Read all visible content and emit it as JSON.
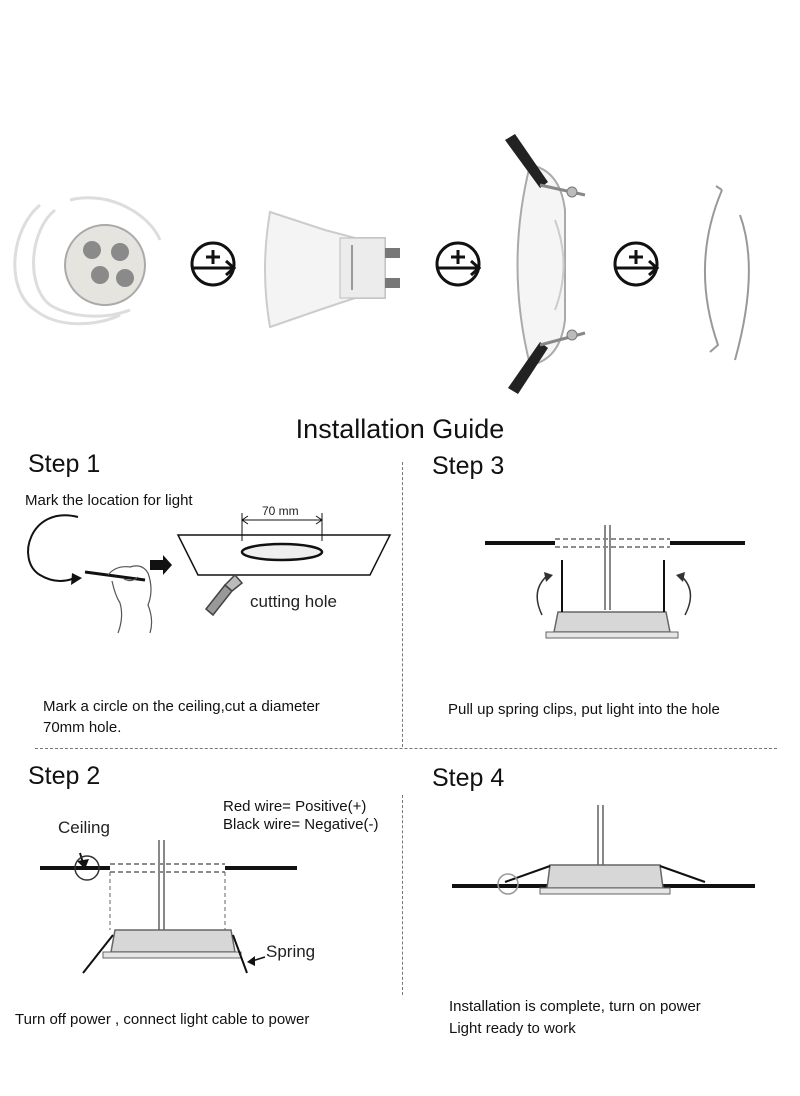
{
  "guide_title": "Installation Guide",
  "steps": {
    "step1": {
      "title": "Step 1",
      "label_mark": "Mark the location for light",
      "label_measure": "70 mm",
      "label_cut": "cutting hole",
      "caption_line1": "Mark a circle on the ceiling,cut a diameter",
      "caption_line2": "70mm hole."
    },
    "step2": {
      "title": "Step 2",
      "label_red": "Red wire= Positive(+)",
      "label_black": "Black wire= Negative(-)",
      "label_ceiling": "Ceiling",
      "label_spring": "Spring",
      "caption": "Turn off power , connect light cable to power"
    },
    "step3": {
      "title": "Step 3",
      "caption": "Pull up spring clips, put light into the hole"
    },
    "step4": {
      "title": "Step 4",
      "caption_line1": "Installation is complete, turn on power",
      "caption_line2": "Light ready to work"
    }
  },
  "colors": {
    "line": "#111111",
    "fixture_fill": "#d7d7d7",
    "bulb_fill": "#f4f4f4",
    "clip_fill": "#222222"
  },
  "icons": [
    "gu10-socket-icon",
    "plus-arrow-icon",
    "gu10-bulb-icon",
    "downlight-frame-icon",
    "spring-ring-icon",
    "pencil-hand-icon",
    "knife-icon"
  ]
}
